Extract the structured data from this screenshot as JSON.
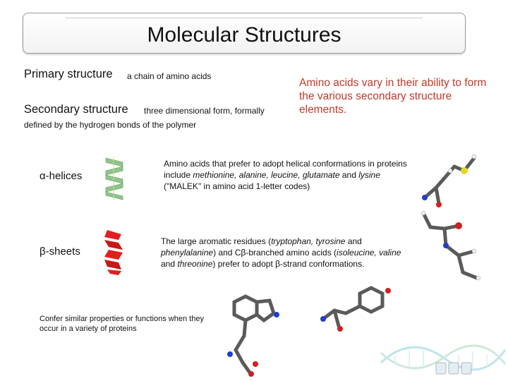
{
  "title": "Molecular Structures",
  "primary": {
    "heading": "Primary structure",
    "description": "a chain of amino acids"
  },
  "secondary": {
    "heading": "Secondary  structure",
    "description": "three dimensional form, formally",
    "description_cont": "defined by the hydrogen bonds of the polymer"
  },
  "note": "Amino acids vary in their ability to form the various secondary structure elements.",
  "helices": {
    "label": "α-helices",
    "text_1": "Amino acids that prefer to adopt helical  conformations in proteins include ",
    "examples": "methionine, alanine, leucine, glutamate",
    "text_2": " and ",
    "example_last": "lysine",
    "text_3": " (\"MALEK\" in amino acid 1-letter codes)"
  },
  "sheets": {
    "label": "β-sheets",
    "text_1": "The large aromatic residues (",
    "aromatics": "tryptophan, tyrosine",
    "text_2": " and ",
    "aromatic_last": "phenylalanine",
    "text_3": ") and Cβ-branched amino acids (",
    "branched": "isoleucine, valine",
    "text_4": " and ",
    "branched_last": "threonine",
    "text_5": ") prefer to adopt β-strand conformations."
  },
  "confer": "Confer similar properties or functions when they occur in a variety of proteins",
  "colors": {
    "note_red": "#c0392b",
    "helix_green": "#8fc48a",
    "sheet_red": "#e0201e",
    "atom_gray": "#5a5a5a",
    "atom_red": "#d21f1f",
    "atom_blue": "#1f3fd2",
    "atom_yellow": "#e6d42a",
    "atom_white": "#eeeeee"
  },
  "icons": [
    "helix-ribbon-icon",
    "sheet-ribbon-icon",
    "molecule-icon",
    "dna-logo-icon"
  ]
}
